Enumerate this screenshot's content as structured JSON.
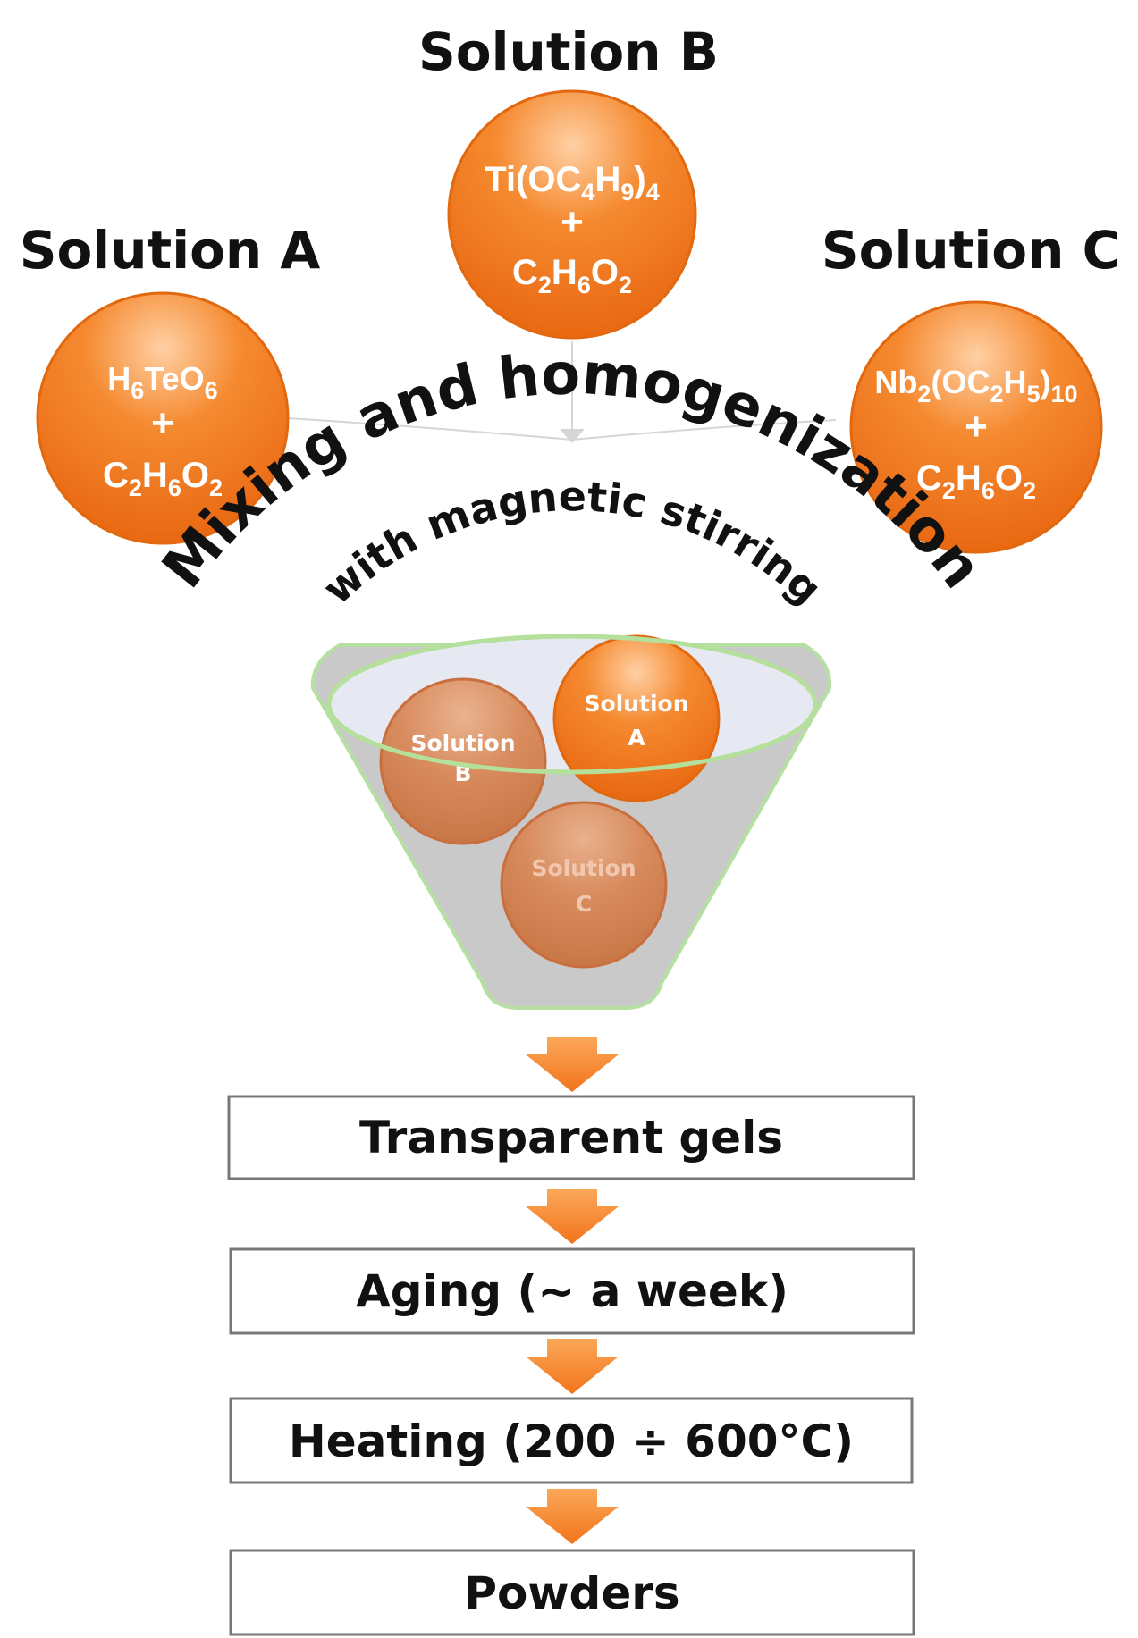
{
  "solutions": {
    "a": {
      "title": "Solution A",
      "formula_line1": [
        "H",
        "6",
        "TeO",
        "6"
      ],
      "plus": "+",
      "formula_line2": [
        "C",
        "2",
        "H",
        "6",
        "O",
        "2"
      ]
    },
    "b": {
      "title": "Solution B",
      "formula_line1": [
        "Ti(OC",
        "4",
        "H",
        "9",
        ")",
        "4"
      ],
      "plus": "+",
      "formula_line2": [
        "C",
        "2",
        "H",
        "6",
        "O",
        "2"
      ]
    },
    "c": {
      "title": "Solution C",
      "formula_line1": [
        "Nb",
        "2",
        "(OC",
        "2",
        "H",
        "5",
        ")",
        "10"
      ],
      "plus": "+",
      "formula_line2": [
        "C",
        "2",
        "H",
        "6",
        "O",
        "2"
      ]
    }
  },
  "mixing": {
    "title": "Mixing and homogenization",
    "subtitle": "with magnetic stirring"
  },
  "funnel_items": {
    "b": {
      "line1": "Solution",
      "line2": "B"
    },
    "a": {
      "line1": "Solution",
      "line2": "A"
    },
    "c": {
      "line1": "Solution",
      "line2": "C"
    }
  },
  "steps": [
    {
      "label": "Transparent gels"
    },
    {
      "label": "Aging (~ a week)"
    },
    {
      "label": "Heating (200 ÷ 600°C)"
    },
    {
      "label": "Powders"
    }
  ],
  "colors": {
    "circle_fill": "#f07a1e",
    "circle_highlight": "#ffc89a",
    "circle_edge": "#e06a10",
    "arrow": "#f58a2c",
    "funnel": "#c8c8c8",
    "funnel_rim": "#a8d890",
    "step_border": "#777777"
  }
}
